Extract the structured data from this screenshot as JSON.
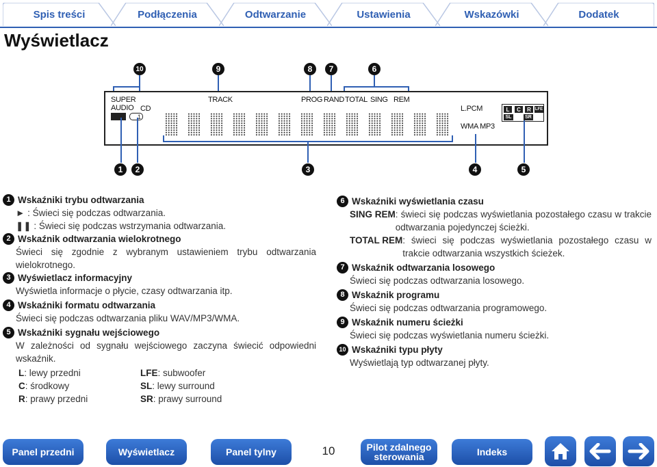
{
  "tabs": [
    "Spis treści",
    "Podłączenia",
    "Odtwarzanie",
    "Ustawienia",
    "Wskazówki",
    "Dodatek"
  ],
  "page_title": "Wyświetlacz",
  "diagram": {
    "top_callouts": [
      "10",
      "9",
      "8",
      "7",
      "6"
    ],
    "bottom_callouts": [
      "1",
      "2",
      "3",
      "4",
      "5"
    ],
    "lcd": {
      "super_audio": "SUPER\nAUDIO",
      "cd": "CD",
      "repeat": "1",
      "track": "TRACK",
      "prog": "PROG",
      "rand": "RAND",
      "total": "TOTAL",
      "sing": "SING",
      "rem": "REM",
      "lpcm": "L.PCM",
      "wma_mp3": "WMA MP3",
      "ch_l": "L",
      "ch_c": "C",
      "ch_r": "R",
      "ch_lfe": "LFE",
      "ch_sl": "SL",
      "ch_sr": "SR"
    }
  },
  "left_items": [
    {
      "num": "1",
      "title": "Wskaźniki trybu odtwarzania",
      "lines": [
        "► : Świeci się podczas odtwarzania.",
        "❚❚ : Świeci się podczas wstrzymania odtwarzania."
      ]
    },
    {
      "num": "2",
      "title": "Wskaźnik odtwarzania wielokrotnego",
      "text": "Świeci się zgodnie z wybranym ustawieniem trybu odtwarzania wielokrotnego."
    },
    {
      "num": "3",
      "title": "Wyświetlacz informacyjny",
      "text": "Wyświetla informacje o płycie, czasy odtwarzania itp."
    },
    {
      "num": "4",
      "title": "Wskaźniki formatu odtwarzania",
      "text": "Świeci się podczas odtwarzania pliku WAV/MP3/WMA."
    },
    {
      "num": "5",
      "title": "Wskaźniki sygnału wejściowego",
      "text": "W zależności od sygnału wejściowego zaczyna świecić odpowiedni wskaźnik."
    }
  ],
  "channels": [
    {
      "key": "L",
      "desc": ": lewy przedni"
    },
    {
      "key": "LFE",
      "desc": ": subwoofer"
    },
    {
      "key": "C",
      "desc": ": środkowy"
    },
    {
      "key": "SL",
      "desc": ": lewy surround"
    },
    {
      "key": "R",
      "desc": ": prawy przedni"
    },
    {
      "key": "SR",
      "desc": ": prawy surround"
    }
  ],
  "right_items": [
    {
      "num": "6",
      "title": "Wskaźniki wyświetlania czasu"
    },
    {
      "num": "7",
      "title": "Wskaźnik odtwarzania losowego",
      "text": "Świeci się podczas odtwarzania losowego."
    },
    {
      "num": "8",
      "title": "Wskaźnik programu",
      "text": "Świeci się podczas odtwarzania programowego."
    },
    {
      "num": "9",
      "title": "Wskaźnik numeru ścieżki",
      "text": "Świeci się podczas wyświetlania numeru ścieżki."
    },
    {
      "num": "10",
      "title": "Wskaźniki typu płyty",
      "text": "Wyświetlają typ odtwarzanej płyty."
    }
  ],
  "time_defs": [
    {
      "term": "SING REM",
      "desc": ": świeci się podczas wyświetlania pozostałego czasu w trakcie odtwarzania pojedynczej ścieżki."
    },
    {
      "term": "TOTAL REM",
      "desc": ": świeci się podczas wyświetlania pozostałego czasu w trakcie odtwarzania wszystkich ścieżek."
    }
  ],
  "bottom_nav": {
    "panel_przedni": "Panel przedni",
    "wyswietlacz": "Wyświetlacz",
    "panel_tylny": "Panel tylny",
    "page_number": "10",
    "pilot": "Pilot zdalnego sterowania",
    "indeks": "Indeks"
  },
  "colors": {
    "accent": "#2f5fb3",
    "button": "#2a63c2"
  },
  "icons": [
    "home-icon",
    "arrow-left-icon",
    "arrow-right-icon"
  ]
}
